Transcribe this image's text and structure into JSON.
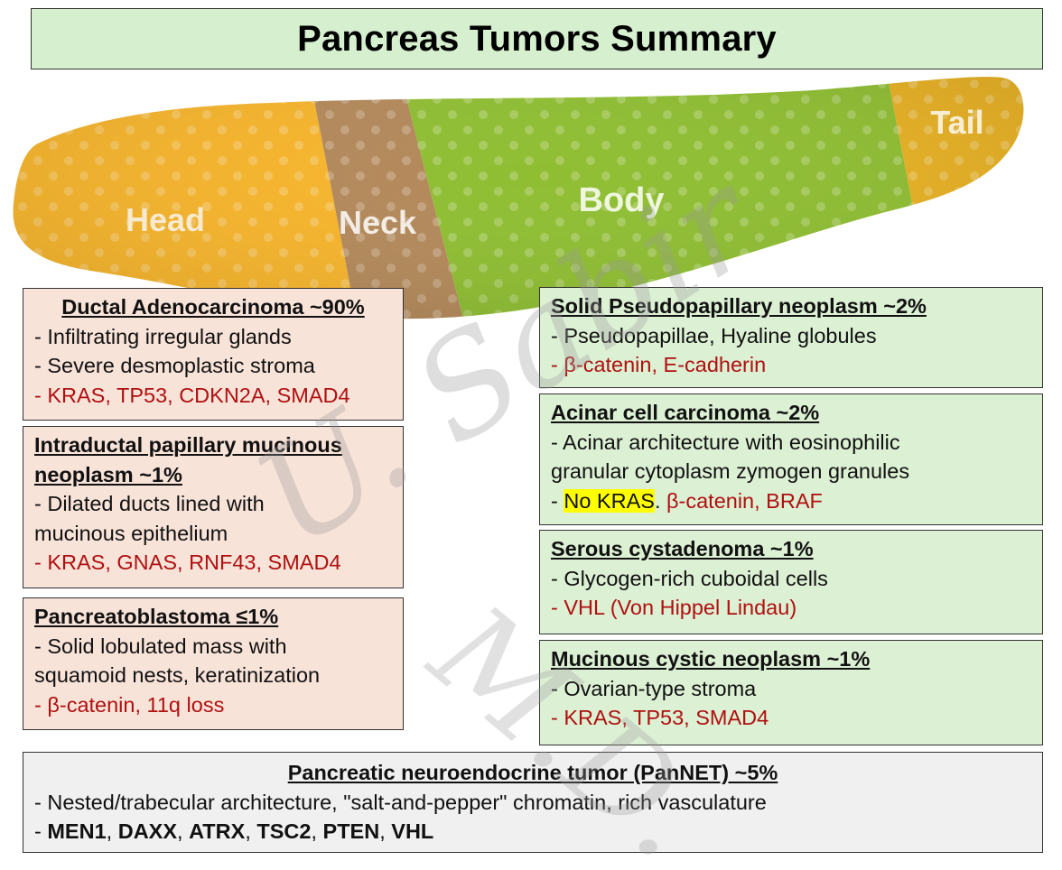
{
  "title": "Pancreas Tumors Summary",
  "regions": {
    "head": "Head",
    "neck": "Neck",
    "body": "Body",
    "tail": "Tail"
  },
  "watermark": {
    "name": "U. Sabir",
    "degree": "M.D."
  },
  "colors": {
    "title_bg": "#d6efcf",
    "peach": "#f8e3d9",
    "green": "#dcf0d4",
    "gray": "#f0f0f0",
    "gene_red": "#b01010",
    "highlight": "#ffff00"
  },
  "cards": {
    "ductal": {
      "title": "Ductal Adenocarcinoma ~90%",
      "line1": "- Infiltrating irregular glands",
      "line2": "- Severe desmoplastic stroma",
      "genes": "- KRAS, TP53, CDKN2A, SMAD4"
    },
    "ipmn": {
      "title_a": "Intraductal papillary mucinous",
      "title_b": "neoplasm ~1%",
      "line1": "- Dilated ducts lined with",
      "line2": "mucinous epithelium",
      "genes": "- KRAS, GNAS, RNF43, SMAD4"
    },
    "pancreatoblastoma": {
      "title": "Pancreatoblastoma ≤1%",
      "line1": "- Solid lobulated mass with",
      "line2": "squamoid nests, keratinization",
      "genes": "- β-catenin, 11q loss"
    },
    "spn": {
      "title": "Solid Pseudopapillary neoplasm ~2%",
      "line1": "- Pseudopapillae, Hyaline globules",
      "genes": "- β-catenin, E-cadherin"
    },
    "acinar": {
      "title": "Acinar cell carcinoma ~2%",
      "line1": "- Acinar architecture with eosinophilic",
      "line2": "granular cytoplasm zymogen granules",
      "dash": "- ",
      "highlight": "No KRAS",
      "period": ". ",
      "genes": "β-catenin, BRAF"
    },
    "serous": {
      "title": "Serous cystadenoma ~1%",
      "line1": "- Glycogen-rich cuboidal cells",
      "genes": "- VHL (Von Hippel Lindau)"
    },
    "mucinous": {
      "title": "Mucinous cystic neoplasm ~1%",
      "line1": "- Ovarian-type stroma",
      "genes": "- KRAS, TP53, SMAD4"
    },
    "pannet": {
      "title": "Pancreatic neuroendocrine tumor (PanNET) ~5%",
      "line1": "- Nested/trabecular architecture, \"salt-and-pepper\" chromatin, rich vasculature",
      "dash": "- ",
      "g1": "MEN1",
      "g2": "DAXX",
      "g3": "ATRX",
      "g4": "TSC2",
      "g5": "PTEN",
      "g6": "VHL",
      "sep": ", "
    }
  }
}
